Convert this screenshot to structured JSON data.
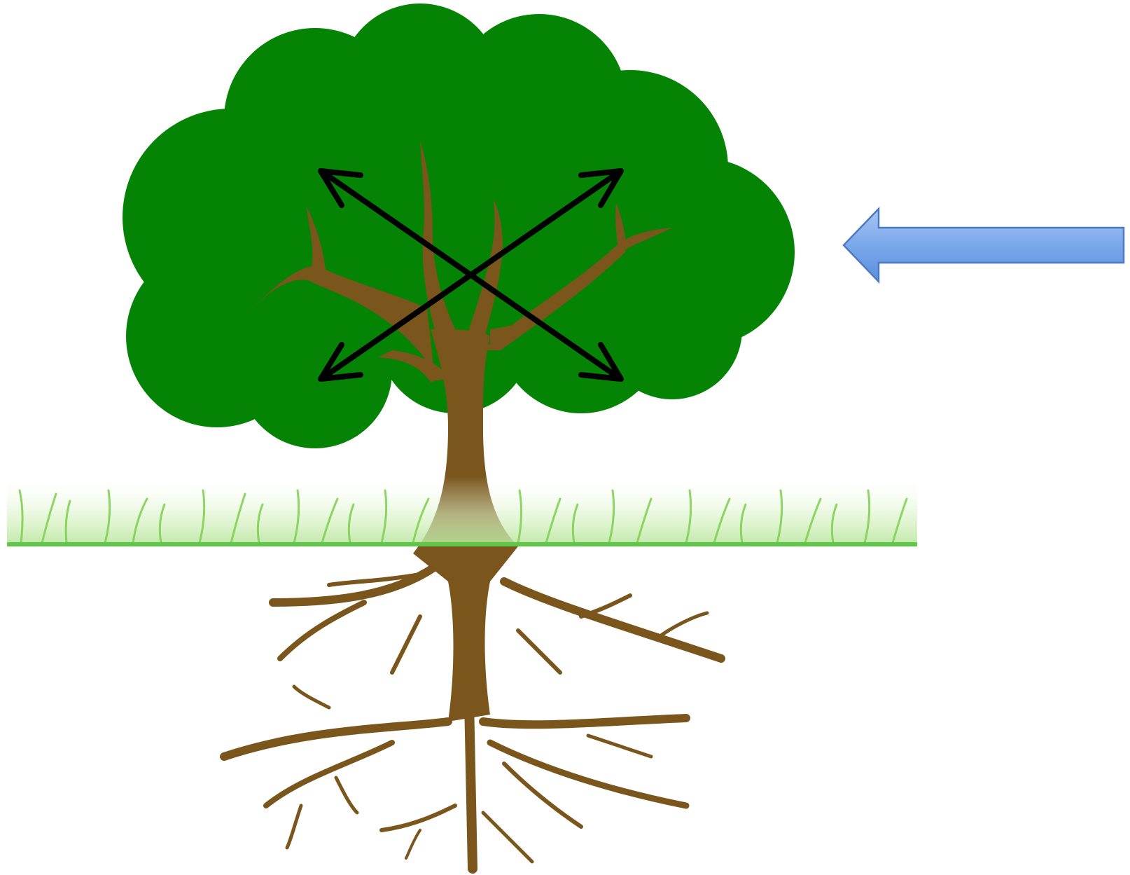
{
  "colors": {
    "background": "#ffffff",
    "canopy": "#058305",
    "trunk": "#7a561c",
    "grass_light": "#b9e79a",
    "grass_mid": "#7dcf4e",
    "grass_line": "#5fc64a",
    "spread_arrows": "#000000",
    "input_arrow_fill": "#7aa8ea",
    "input_arrow_stroke": "#4d79c4"
  },
  "icons": {
    "canopy": "tree-canopy",
    "trunk": "tree-trunk",
    "branches": "tree-branches",
    "grass": "grass-strip",
    "roots": "tree-roots",
    "spread_arrows": "four-diagonal-double-arrows",
    "input_arrow": "left-pointing-block-arrow"
  },
  "text": {}
}
